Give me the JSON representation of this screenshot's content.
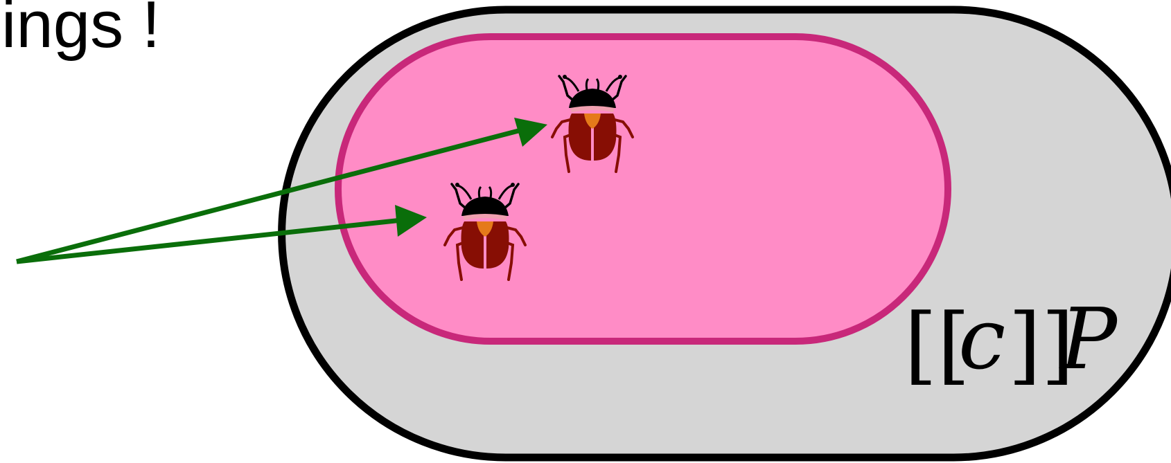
{
  "heading": {
    "text": "ings !"
  },
  "label": {
    "brackets_open": "[[",
    "variable": "c",
    "brackets_close": "]]",
    "suffix": "P"
  },
  "colors": {
    "outer_fill": "#d5d5d5",
    "outer_stroke": "#000000",
    "inner_fill": "#ff8cc6",
    "inner_stroke": "#c8287a",
    "arrow": "#0a6e0a",
    "bug_body": "#870e04",
    "bug_head": "#000000",
    "bug_accent": "#e57a1a"
  },
  "icons": [
    "bug-icon",
    "bug-icon"
  ]
}
